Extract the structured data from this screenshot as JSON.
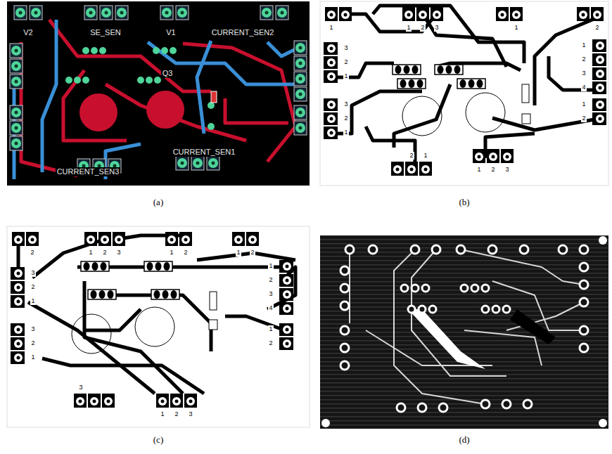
{
  "diagram": {
    "labels": [
      "(a)",
      "(b)",
      "(c)",
      "(d)",
      "V2",
      "SE_SEN",
      "V1",
      "CURRENT_SEN2",
      "Q3",
      "CURRENT_SEN1",
      "CURRENT_SEN3",
      "1",
      "1",
      "2",
      "3",
      "1",
      "2",
      "3",
      "2",
      "1",
      "3",
      "2",
      "1",
      "1",
      "2",
      "3",
      "4",
      "1",
      "2",
      "2",
      "1",
      "1",
      "2",
      "3",
      "2",
      "1",
      "2",
      "3",
      "1",
      "2",
      "1",
      "2",
      "3",
      "2",
      "1",
      "3",
      "2",
      "1",
      "1",
      "2",
      "3",
      "4",
      "1",
      "2",
      "3",
      "1",
      "2",
      "3"
    ]
  }
}
